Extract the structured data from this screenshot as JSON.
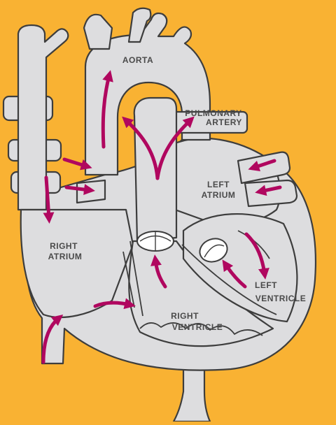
{
  "colors": {
    "background": "#F9B233",
    "heart_fill": "#DDDDDF",
    "outline": "#3D3D3D",
    "arrow": "#B0075F",
    "label": "#4A4A4A",
    "valve": "#FFFFFF"
  },
  "labels": {
    "aorta": "AORTA",
    "pulmonary_artery_1": "PULMONARY",
    "pulmonary_artery_2": "ARTERY",
    "left_atrium_1": "LEFT",
    "left_atrium_2": "ATRIUM",
    "right_atrium_1": "RIGHT",
    "right_atrium_2": "ATRIUM",
    "left_ventricle_1": "LEFT",
    "left_ventricle_2": "VENTRICLE",
    "right_ventricle_1": "RIGHT",
    "right_ventricle_2": "VENTRICLE"
  },
  "icons": {
    "arrow_marker": "flow-arrow-icon",
    "valve": "heart-valve-icon"
  }
}
